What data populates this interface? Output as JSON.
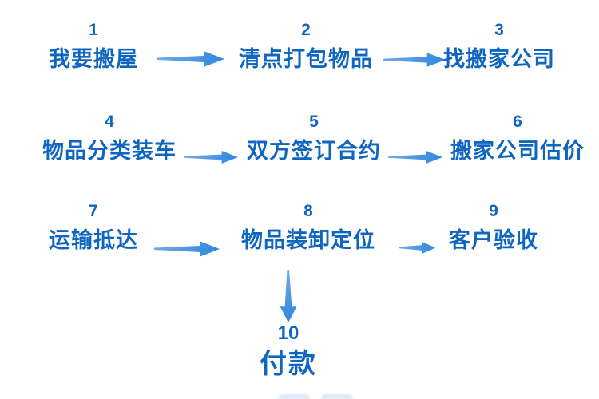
{
  "flowchart": {
    "steps": [
      {
        "number": "1",
        "label": "我要搬屋"
      },
      {
        "number": "2",
        "label": "清点打包物品"
      },
      {
        "number": "3",
        "label": "找搬家公司"
      },
      {
        "number": "4",
        "label": "物品分类装车"
      },
      {
        "number": "5",
        "label": "双方签订合约"
      },
      {
        "number": "6",
        "label": "搬家公司估价"
      },
      {
        "number": "7",
        "label": "运输抵达"
      },
      {
        "number": "8",
        "label": "物品装卸定位"
      },
      {
        "number": "9",
        "label": "客户验收"
      },
      {
        "number": "10",
        "label": "付款"
      }
    ],
    "connections": [
      {
        "from": "1",
        "to": "2",
        "direction": "right"
      },
      {
        "from": "2",
        "to": "3",
        "direction": "right"
      },
      {
        "from": "4",
        "to": "5",
        "direction": "right"
      },
      {
        "from": "5",
        "to": "6",
        "direction": "right"
      },
      {
        "from": "7",
        "to": "8",
        "direction": "right"
      },
      {
        "from": "8",
        "to": "9",
        "direction": "right"
      },
      {
        "from": "8",
        "to": "10",
        "direction": "down"
      }
    ],
    "colors": {
      "step_text": "#0F66C0",
      "arrow_head": "#2F87DF",
      "arrow_tail": "#74A9E8"
    }
  }
}
